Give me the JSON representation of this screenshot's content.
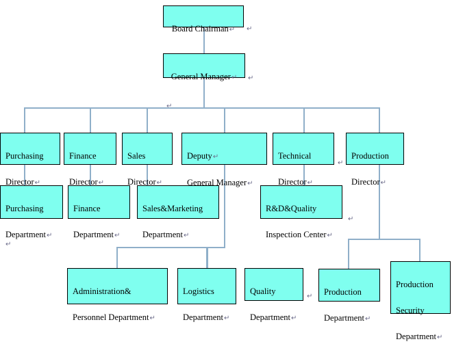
{
  "meta": {
    "title": "Organizational Structure Chart",
    "box_fill": "#7FFFEF",
    "box_border": "#000000",
    "connector_color": "#8FAFC9",
    "pilcrow": "↵"
  },
  "nodes": {
    "board_chairman": {
      "label": "Board Chairman",
      "mark": "↵"
    },
    "general_manager": {
      "label": "General Manager",
      "mark": "↵"
    },
    "purchasing_director": {
      "line1": "Purchasing",
      "line2": "Director",
      "mark": "↵"
    },
    "finance_director": {
      "line1": "Finance",
      "line2": "Director",
      "mark": "↵"
    },
    "sales_director": {
      "line1": "Sales",
      "line2": "Director",
      "mark": "↵"
    },
    "deputy_general_manager": {
      "line1": "Deputy",
      "line2": "General Manager",
      "mark": "↵"
    },
    "technical_director": {
      "line1": "Technical",
      "line2": "Director",
      "mark": "↵"
    },
    "production_director": {
      "line1": "Production",
      "line2": "Director",
      "mark": "↵"
    },
    "purchasing_department": {
      "line1": "Purchasing",
      "line2": "Department",
      "mark": "↵"
    },
    "finance_department": {
      "line1": "Finance",
      "line2": "Department",
      "mark": "↵"
    },
    "sales_marketing_department": {
      "line1": "Sales&Marketing",
      "line2": "Department",
      "mark": "↵"
    },
    "rd_quality_inspection_center": {
      "line1": "R&D&Quality",
      "line2": "Inspection Center",
      "mark": "↵"
    },
    "administration_personnel_department": {
      "line1": "Administration&",
      "line2": "Personnel Department",
      "mark": "↵"
    },
    "logistics_department": {
      "line1": "Logistics",
      "line2": "Department",
      "mark": "↵"
    },
    "quality_department": {
      "line1": "Quality",
      "line2": "Department",
      "mark": "↵"
    },
    "production_department": {
      "line1": "Production",
      "line2": "Department",
      "mark": "↵"
    },
    "production_security_department": {
      "line1": "Production",
      "line2": "Security",
      "line3": "Department",
      "mark": "↵"
    }
  },
  "stray_marks": {
    "m_chairman_right": "↵",
    "m_gm_right": "↵",
    "m_bus_center": "↵",
    "m_prod_dir_left": "↵",
    "m_rd_right": "↵",
    "m_left_blank": "↵",
    "m_quality_left": "↵",
    "m_prod_dept_left": "↵"
  }
}
